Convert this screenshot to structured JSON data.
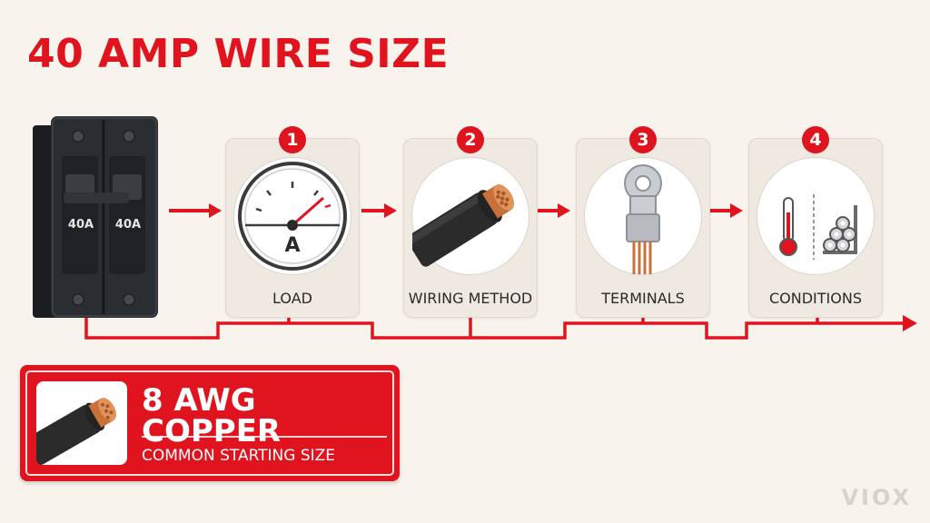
{
  "title": "40 AMP WIRE SIZE",
  "breaker": {
    "pole_labels": [
      "40A",
      "40A"
    ]
  },
  "steps": [
    {
      "number": "1",
      "label": "LOAD",
      "icon": "ammeter-icon",
      "gauge_letter": "A"
    },
    {
      "number": "2",
      "label": "WIRING METHOD",
      "icon": "copper-cable-icon"
    },
    {
      "number": "3",
      "label": "TERMINALS",
      "icon": "ring-terminal-icon"
    },
    {
      "number": "4",
      "label": "CONDITIONS",
      "icon": "thermometer-conduit-icon"
    }
  ],
  "result": {
    "main": "8 AWG COPPER",
    "sub": "COMMON STARTING SIZE",
    "icon": "copper-cable-icon"
  },
  "brand": "VIOX",
  "colors": {
    "accent": "#e0141e",
    "background": "#f8f3ec",
    "card": "#efe9e2",
    "copper": "#c8703a"
  }
}
